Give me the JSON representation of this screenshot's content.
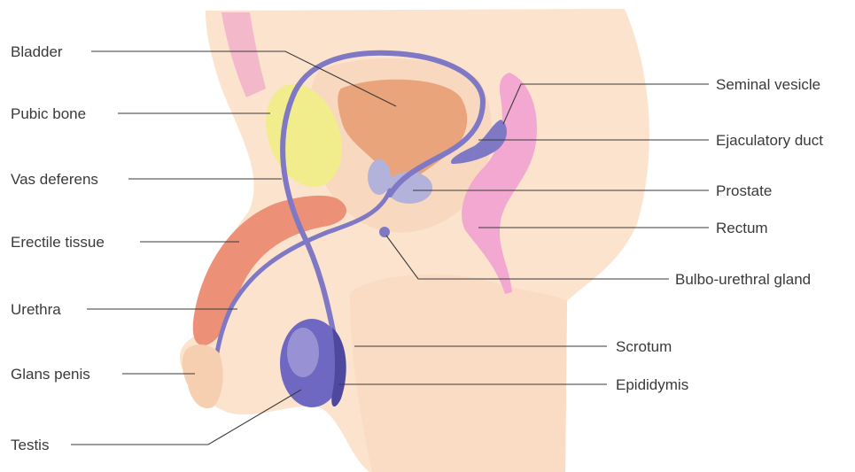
{
  "labels": {
    "bladder": "Bladder",
    "pubic_bone": "Pubic bone",
    "vas_deferens": "Vas deferens",
    "erectile_tissue": "Erectile tissue",
    "urethra": "Urethra",
    "glans_penis": "Glans penis",
    "testis": "Testis",
    "seminal_vesicle": "Seminal vesicle",
    "ejaculatory_duct": "Ejaculatory duct",
    "prostate": "Prostate",
    "rectum": "Rectum",
    "bulbo_urethral_gland": "Bulbo-urethral gland",
    "scrotum": "Scrotum",
    "epididymis": "Epididymis"
  },
  "colors": {
    "skin": "#fbe3cd",
    "skin_inner": "#f6cfb0",
    "bladder": "#e9a47c",
    "pubic_bone": "#f1ec8c",
    "erectile_tissue": "#ec9078",
    "duct": "#7f78c4",
    "prostate": "#b2b2db",
    "testis": "#6f68c2",
    "rectum": "#f2a8d0",
    "leader": "#3a3a3a"
  }
}
